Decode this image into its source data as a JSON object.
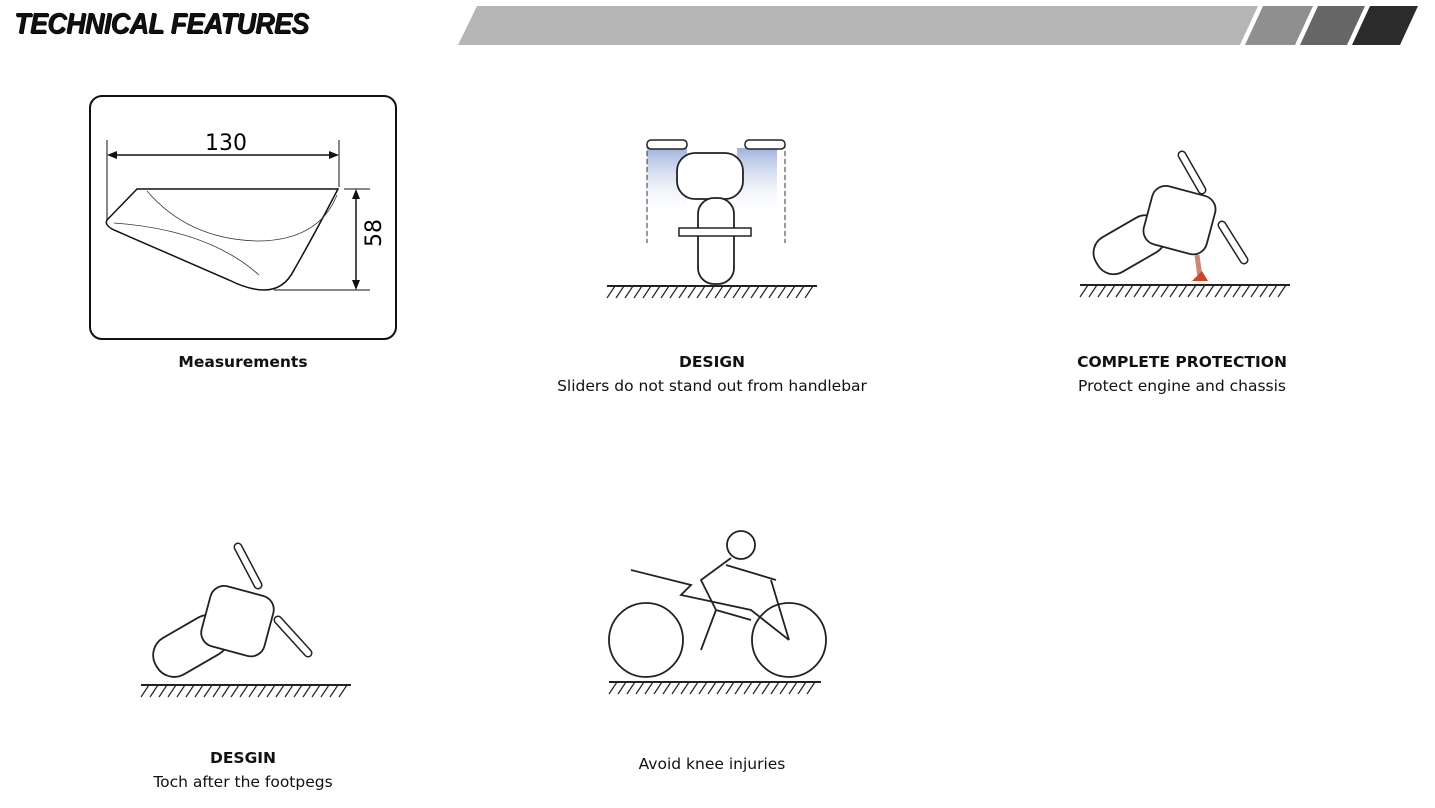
{
  "header": {
    "title": "TECHNICAL FEATURES",
    "stripe_colors": [
      "#b5b5b5",
      "#8f8f8f",
      "#666666",
      "#2b2b2b"
    ]
  },
  "features": [
    {
      "title": "Measurements",
      "subtitle": "",
      "dimensions": {
        "width": "130",
        "height": "58"
      }
    },
    {
      "title": "DESIGN",
      "subtitle": "Sliders do not stand out from handlebar"
    },
    {
      "title": "COMPLETE PROTECTION",
      "subtitle": "Protect engine and chassis"
    },
    {
      "title": "DESGIN",
      "subtitle": "Toch after the footpegs"
    },
    {
      "title": "",
      "subtitle": "Avoid knee injuries"
    }
  ]
}
